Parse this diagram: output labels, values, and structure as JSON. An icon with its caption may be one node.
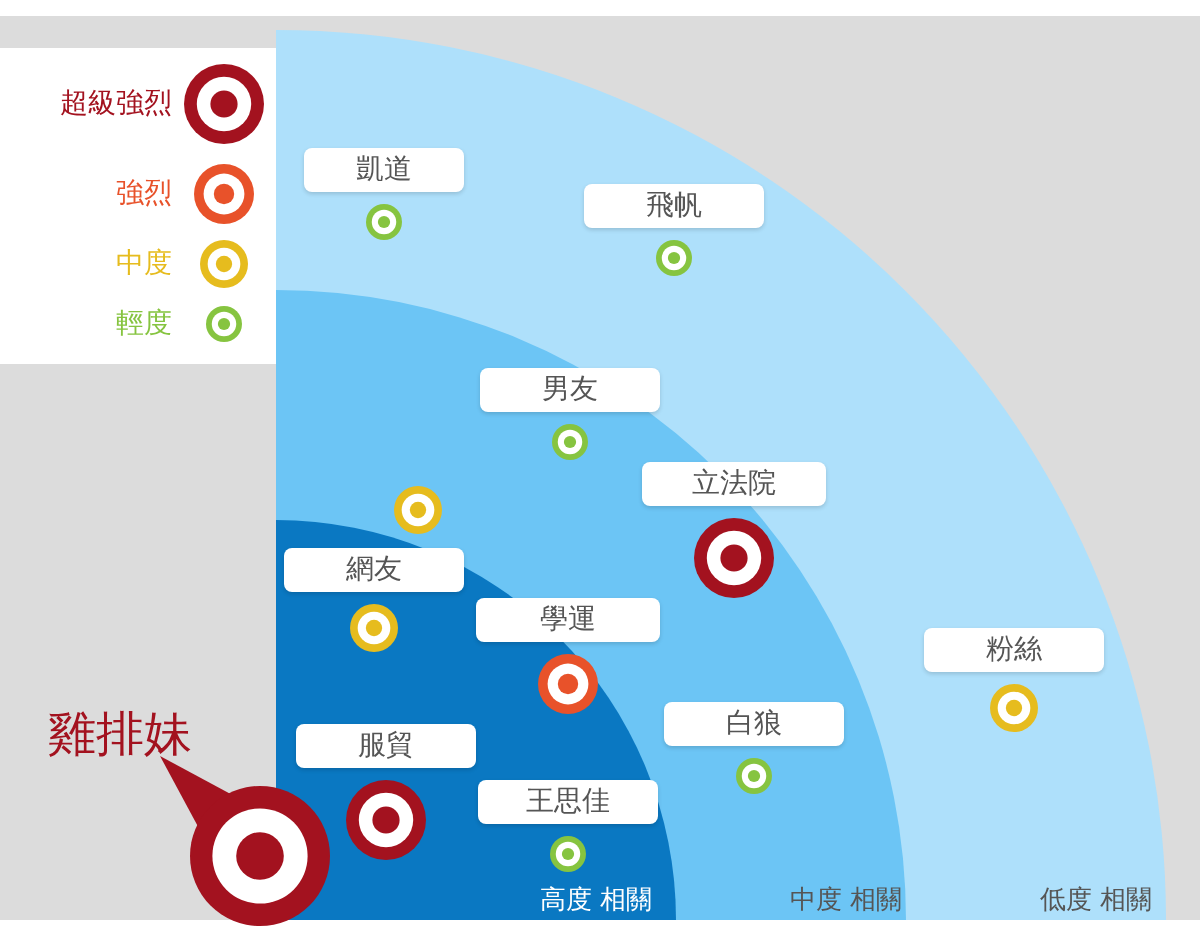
{
  "diagram": {
    "nodes": [
      {
        "text": [
          "雞排妹"
        ]
      },
      {
        "text": [
          "凱道"
        ]
      },
      {
        "text": [
          "飛帆"
        ]
      },
      {
        "text": [
          "男友"
        ]
      },
      {
        "text": [],
        "shape": "circle"
      },
      {
        "text": [
          "立法院"
        ]
      },
      {
        "text": [
          "網友"
        ]
      },
      {
        "text": [
          "學運"
        ]
      },
      {
        "text": [
          "粉絲"
        ]
      },
      {
        "text": [
          "白狼"
        ]
      },
      {
        "text": [
          "服貿"
        ]
      },
      {
        "text": [
          "王思佳"
        ]
      }
    ],
    "edges": [],
    "labels": [
      "高度 相關",
      "中度 相關",
      "低度 相關"
    ],
    "legend": [
      {
        "text": "超級強烈",
        "color": "#a3121f"
      },
      {
        "text": "強烈",
        "color": "#e8522a"
      },
      {
        "text": "中度",
        "color": "#e6bc1e"
      },
      {
        "text": "輕度",
        "color": "#86c440"
      }
    ]
  }
}
